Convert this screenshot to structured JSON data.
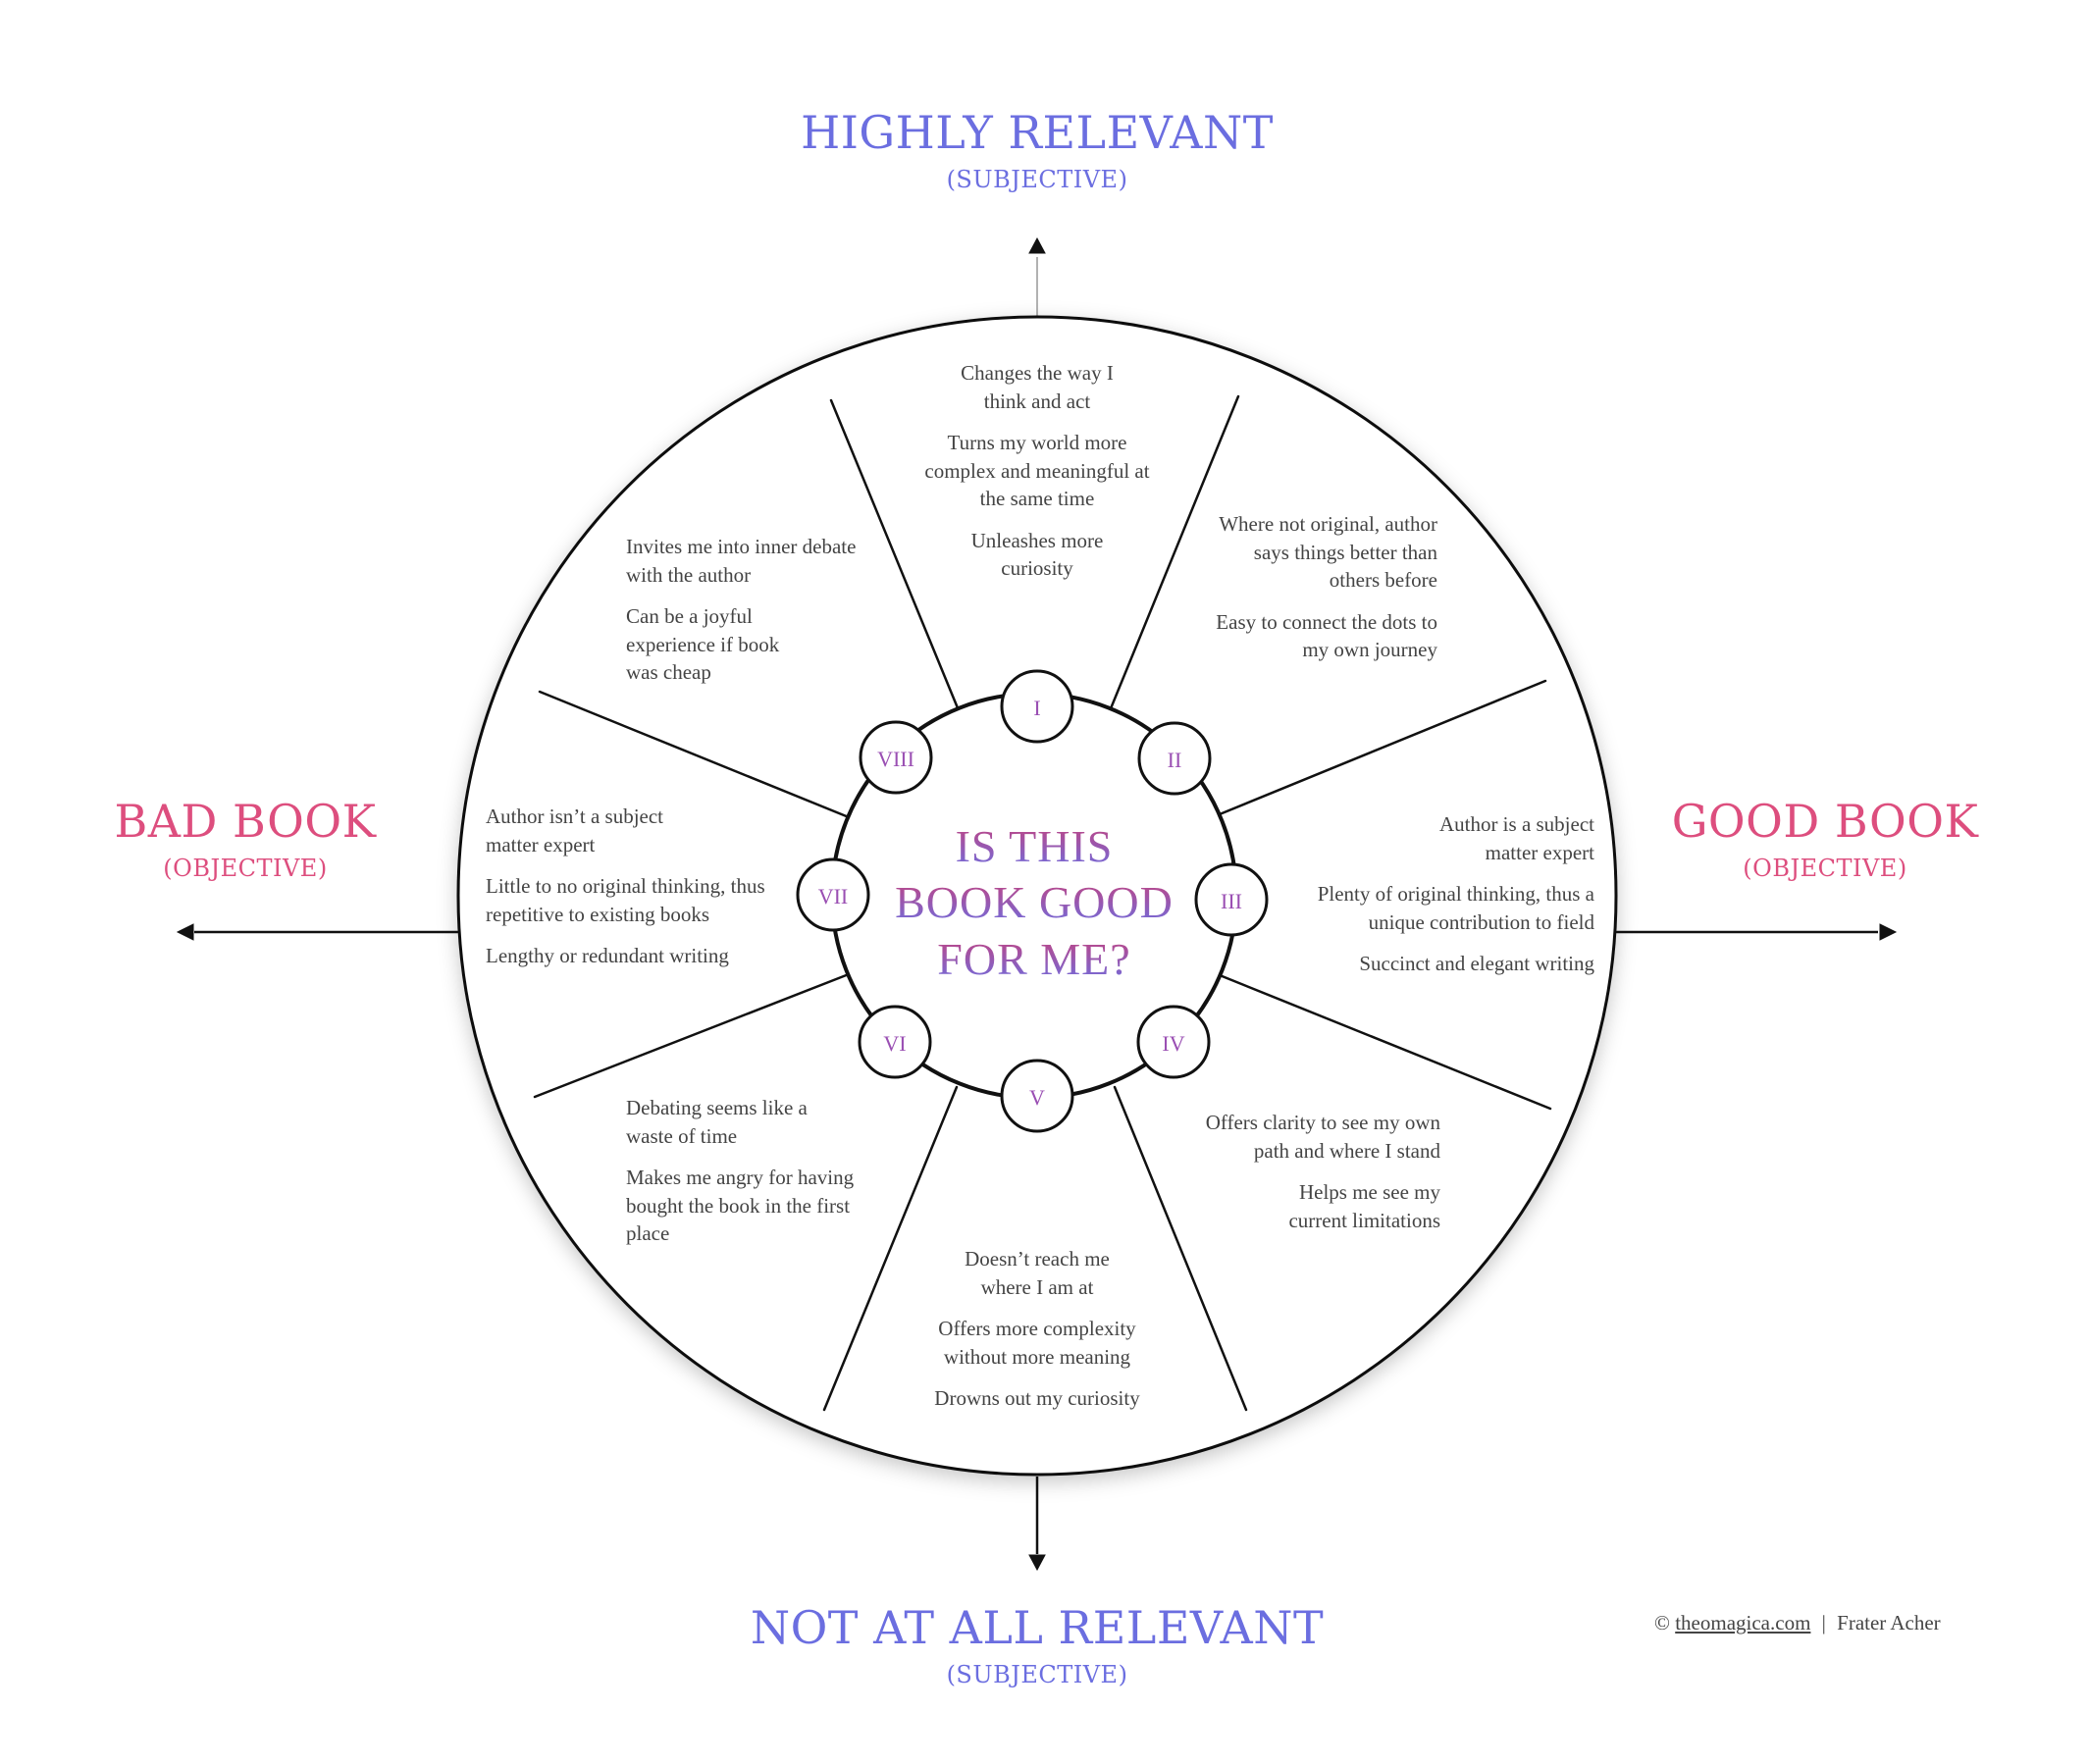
{
  "axes": {
    "top": {
      "title": "HIGHLY RELEVANT",
      "subtitle": "(SUBJECTIVE)"
    },
    "bottom": {
      "title": "NOT AT ALL RELEVANT",
      "subtitle": "(SUBJECTIVE)"
    },
    "left": {
      "title": "BAD BOOK",
      "subtitle": "(OBJECTIVE)"
    },
    "right": {
      "title": "GOOD BOOK",
      "subtitle": "(OBJECTIVE)"
    }
  },
  "center": {
    "lines": [
      "IS THIS",
      "BOOK GOOD",
      "FOR ME?"
    ],
    "gradient_from": "#c4427e",
    "gradient_to": "#6e6ee0"
  },
  "nodes": [
    "I",
    "II",
    "III",
    "IV",
    "V",
    "VI",
    "VII",
    "VIII"
  ],
  "segments": {
    "I": [
      "Changes the way I think and act",
      "Turns my world more complex and meaningful at the same time",
      "Unleashes more curiosity"
    ],
    "II": [
      "Where not original, author says things better than others before",
      "Easy to connect the dots to my own journey"
    ],
    "III": [
      "Author is a subject matter expert",
      "Plenty of original thinking, thus a unique contribution to field",
      "Succinct and elegant writing"
    ],
    "IV": [
      "Offers clarity to see my own path and where I stand",
      "Helps me see my current limitations"
    ],
    "V": [
      "Doesn’t reach me where I am at",
      "Offers more complexity without more meaning",
      "Drowns out my curiosity"
    ],
    "VI": [
      "Debating seems like a waste of time",
      "Makes me angry for having bought the book in the first place"
    ],
    "VII": [
      "Author isn’t a subject matter expert",
      "Little to no original thinking, thus repetitive to existing books",
      "Lengthy or redundant writing"
    ],
    "VIII": [
      "Invites me into inner debate with the author",
      "Can be a joyful experience if book was cheap"
    ]
  },
  "credit": {
    "prefix": "©",
    "site": "theomagica.com",
    "separator": "|",
    "author": "Frater Acher"
  },
  "colors": {
    "blue": "#6b6ee0",
    "pink": "#dd4e7e",
    "numeral": "#9a4fb3",
    "text": "#444444",
    "line": "#111111"
  }
}
